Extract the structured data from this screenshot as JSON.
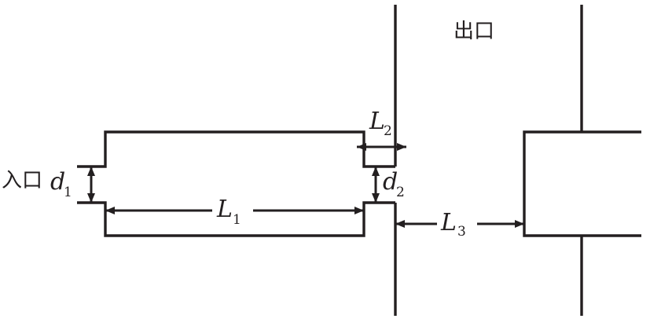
{
  "labels": {
    "outlet": "出口",
    "inlet": "入口",
    "d1": {
      "var": "d",
      "sub": "1"
    },
    "d2": {
      "var": "d",
      "sub": "2"
    },
    "L1": {
      "var": "L",
      "sub": "1"
    },
    "L2": {
      "var": "L",
      "sub": "2"
    },
    "L3": {
      "var": "L",
      "sub": "3"
    }
  },
  "colors": {
    "line": "#231f20",
    "background": "#ffffff"
  }
}
